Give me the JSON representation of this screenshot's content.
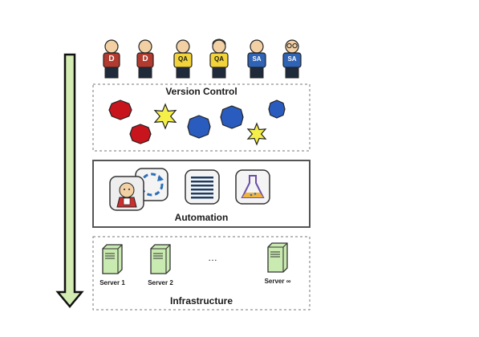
{
  "team": [
    {
      "role": "developer",
      "badge": "D",
      "shirt": "#b23a2e",
      "pants": "#1f2a3a"
    },
    {
      "role": "developer",
      "badge": "D",
      "shirt": "#b23a2e",
      "pants": "#1f2a3a"
    },
    {
      "role": "qa-engineer",
      "badge": "QA",
      "shirt": "#f2d43a",
      "pants": "#1f2a3a"
    },
    {
      "role": "qa-engineer",
      "badge": "QA",
      "shirt": "#f2d43a",
      "pants": "#1f2a3a"
    },
    {
      "role": "sysadmin",
      "badge": "SA",
      "shirt": "#2f63b5",
      "pants": "#1f2a3a"
    },
    {
      "role": "sysadmin",
      "badge": "SA",
      "shirt": "#2f63b5",
      "pants": "#1f2a3a"
    }
  ],
  "version_control": {
    "title": "Version Control",
    "commit_colors": {
      "developer": "#c8141c",
      "qa": "#f5ef4a",
      "sysadmin": "#2a5cc0"
    }
  },
  "automation": {
    "title": "Automation",
    "tools": [
      "jenkins-icon",
      "refresh-cycle-icon",
      "document-lines-icon",
      "flask-icon"
    ]
  },
  "infrastructure": {
    "title": "Infrastructure",
    "servers": [
      "Server 1",
      "Server 2",
      "Server ∞"
    ],
    "ellipsis": "…"
  },
  "colors": {
    "arrow_fill": "#d3ecb2",
    "arrow_stroke": "#111111",
    "server_fill": "#c9eab0",
    "box_dashed": "#777777",
    "box_solid": "#555555"
  }
}
